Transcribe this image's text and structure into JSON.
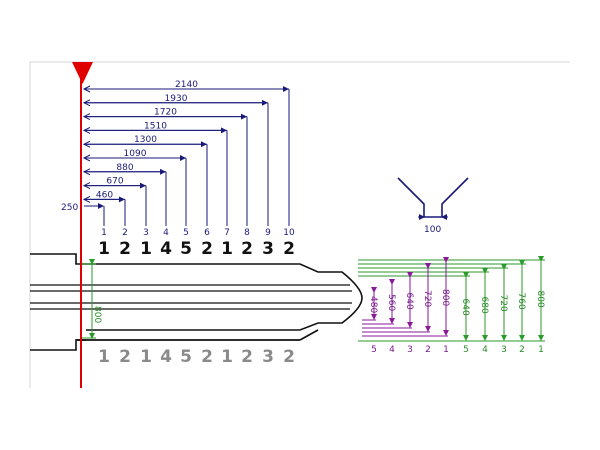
{
  "colors": {
    "navy": "#1a1a7a",
    "red": "#e00000",
    "green": "#2a9a2a",
    "purple": "#8a1a9a",
    "black": "#111111",
    "gray": "#8a8a8a",
    "frame": "#d4d4d4"
  },
  "origin_marker": "red-triangle-icon",
  "horizontal_dims": [
    "460",
    "670",
    "880",
    "1090",
    "1300",
    "1510",
    "1720",
    "1930",
    "2140"
  ],
  "start_offset": "250",
  "station_numbers": [
    "1",
    "2",
    "3",
    "4",
    "5",
    "6",
    "7",
    "8",
    "9",
    "10"
  ],
  "top_sequence": [
    "1",
    "2",
    "1",
    "4",
    "5",
    "2",
    "1",
    "2",
    "3",
    "2"
  ],
  "bottom_sequence": [
    "1",
    "2",
    "1",
    "4",
    "5",
    "2",
    "1",
    "2",
    "3",
    "2"
  ],
  "vertical_dim_left": "800",
  "bend_width": "100",
  "purple_dims": {
    "values": [
      "480",
      "560",
      "640",
      "720",
      "800"
    ],
    "numbers": [
      "5",
      "4",
      "3",
      "2",
      "1"
    ]
  },
  "green_dims": {
    "values": [
      "640",
      "680",
      "720",
      "760",
      "800"
    ],
    "numbers": [
      "5",
      "4",
      "3",
      "2",
      "1"
    ]
  }
}
